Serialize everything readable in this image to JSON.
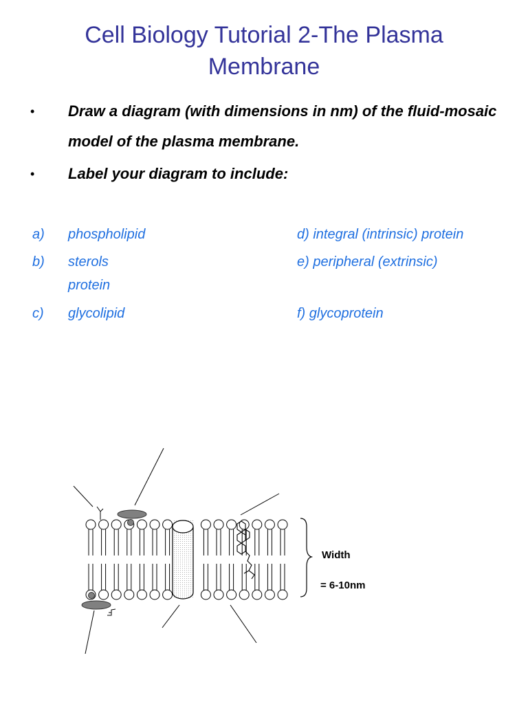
{
  "title_line1": "Cell Biology Tutorial 2-The Plasma",
  "title_line2": "Membrane",
  "bullets": [
    {
      "marker": "•",
      "text": "Draw a diagram (with dimensions in nm) of the fluid-mosaic model of the plasma membrane."
    },
    {
      "marker": "•",
      "text": "Label your diagram to include:"
    }
  ],
  "labels": {
    "a_letter": "a)",
    "a_text": "phospholipid",
    "b_letter": "b)",
    "b_text": "sterols",
    "b_extra": "protein",
    "c_letter": "c)",
    "c_text": "glycolipid",
    "d_text": "d)  integral (intrinsic) protein",
    "e_text": "e)  peripheral (extrinsic)",
    "f_text": "f)  glycoprotein"
  },
  "diagram": {
    "width_label": "Width",
    "width_value": "= 6-10nm"
  },
  "colors": {
    "title": "#333399",
    "labels": "#1f6fe0"
  }
}
